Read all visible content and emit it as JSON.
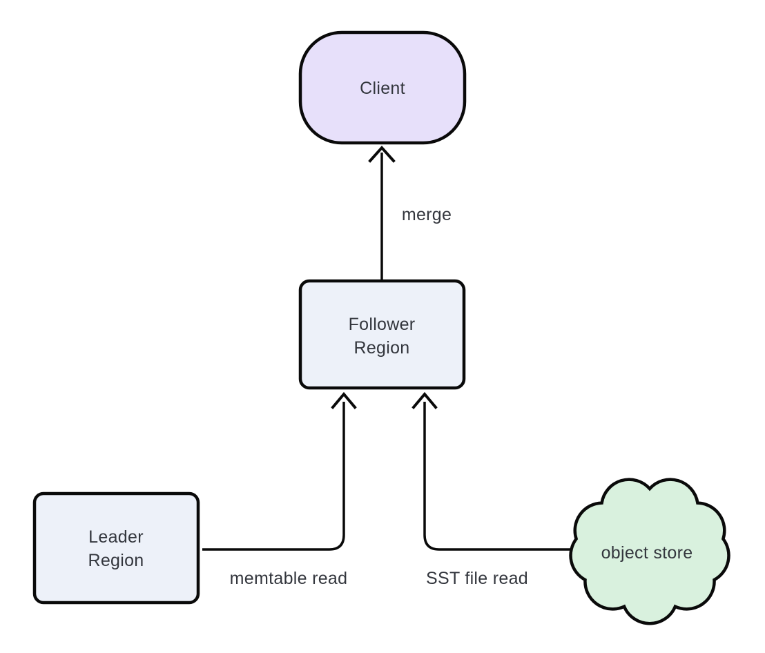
{
  "diagram": {
    "background_color": "#ffffff",
    "stroke_color": "#0a0a0a",
    "text_color": "#33363d",
    "nodes": {
      "client": {
        "label": "Client",
        "shape": "rounded-stadium",
        "fill": "#e7e0fa"
      },
      "follower_region": {
        "label": "Follower Region",
        "label_line1": "Follower",
        "label_line2": "Region",
        "shape": "rounded-rect",
        "fill": "#edf1f9"
      },
      "leader_region": {
        "label": "Leader Region",
        "label_line1": "Leader",
        "label_line2": "Region",
        "shape": "rounded-rect",
        "fill": "#edf1f9"
      },
      "object_store": {
        "label": "object store",
        "shape": "cloud",
        "fill": "#d9f1de"
      }
    },
    "edges": [
      {
        "from": "follower_region",
        "to": "client",
        "label": "merge",
        "direction": "up"
      },
      {
        "from": "leader_region",
        "to": "follower_region",
        "label": "memtable read",
        "direction": "right-then-up"
      },
      {
        "from": "object_store",
        "to": "follower_region",
        "label": "SST file read",
        "direction": "left-then-up"
      }
    ]
  }
}
